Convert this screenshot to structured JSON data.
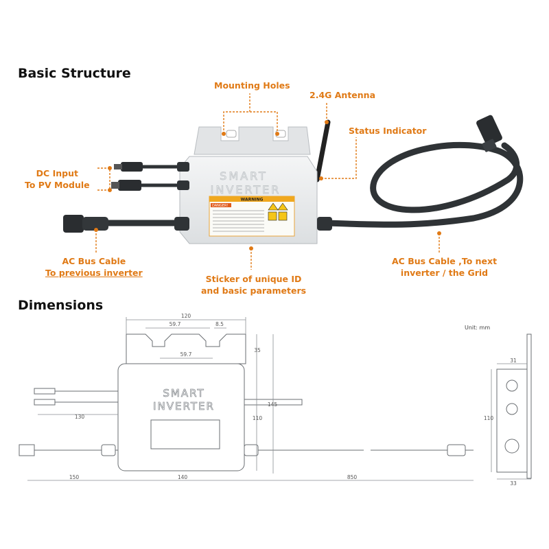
{
  "sections": {
    "basic_structure": "Basic Structure",
    "dimensions": "Dimensions"
  },
  "callouts": {
    "mounting_holes": "Mounting Holes",
    "antenna": "2.4G Antenna",
    "status_indicator": "Status Indicator",
    "dc_input_1": "DC Input",
    "dc_input_2": "To PV Module",
    "ac_prev_1": "AC Bus Cable",
    "ac_prev_2": "To previous inverter",
    "sticker_1": "Sticker of unique ID",
    "sticker_2": "and basic parameters",
    "ac_next_1": "AC Bus Cable ,To next",
    "ac_next_2": "inverter / the Grid"
  },
  "device": {
    "logo_line1": "SMART",
    "logo_line2": "INVERTER",
    "warning_title": "WARNING",
    "danger_label": "DANGER!"
  },
  "dimensions": {
    "unit_label": "Unit: mm",
    "width_total": "120",
    "hole_span_left": "59.7",
    "hole_width": "8.5",
    "hole_span_bottom": "59.7",
    "tab_height": "35",
    "height_total": "145",
    "body_height": "110",
    "dc_cable": "130",
    "ac_left_cable": "150",
    "body_width": "140",
    "ac_right_cable": "850",
    "side_height": "110",
    "side_top_width": "31",
    "side_bottom_width": "33"
  },
  "colors": {
    "accent": "#e07a16",
    "body": "#e9eaeb",
    "cable": "#2f3336"
  }
}
